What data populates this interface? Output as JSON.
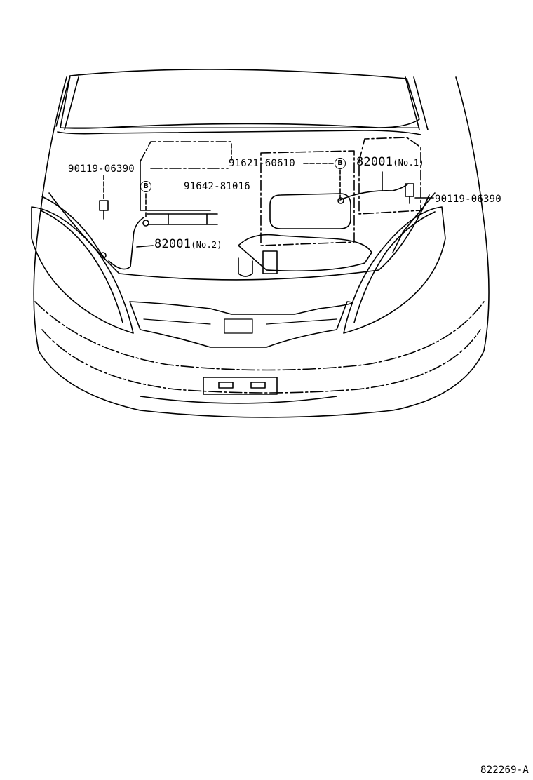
{
  "callouts": {
    "bolt_left": "90119-06390",
    "bolt_right": "90119-06390",
    "clamp_upper": "91621-60610",
    "clamp_lower": "91642-81016",
    "wire_no1_part": "82001",
    "wire_no1_suffix": "(No.1)",
    "wire_no2_part": "82001",
    "wire_no2_suffix": "(No.2)",
    "marker_letter": "B"
  },
  "catalog_number": "822269-A",
  "colors": {
    "ink": "#000000",
    "paper": "#ffffff"
  }
}
